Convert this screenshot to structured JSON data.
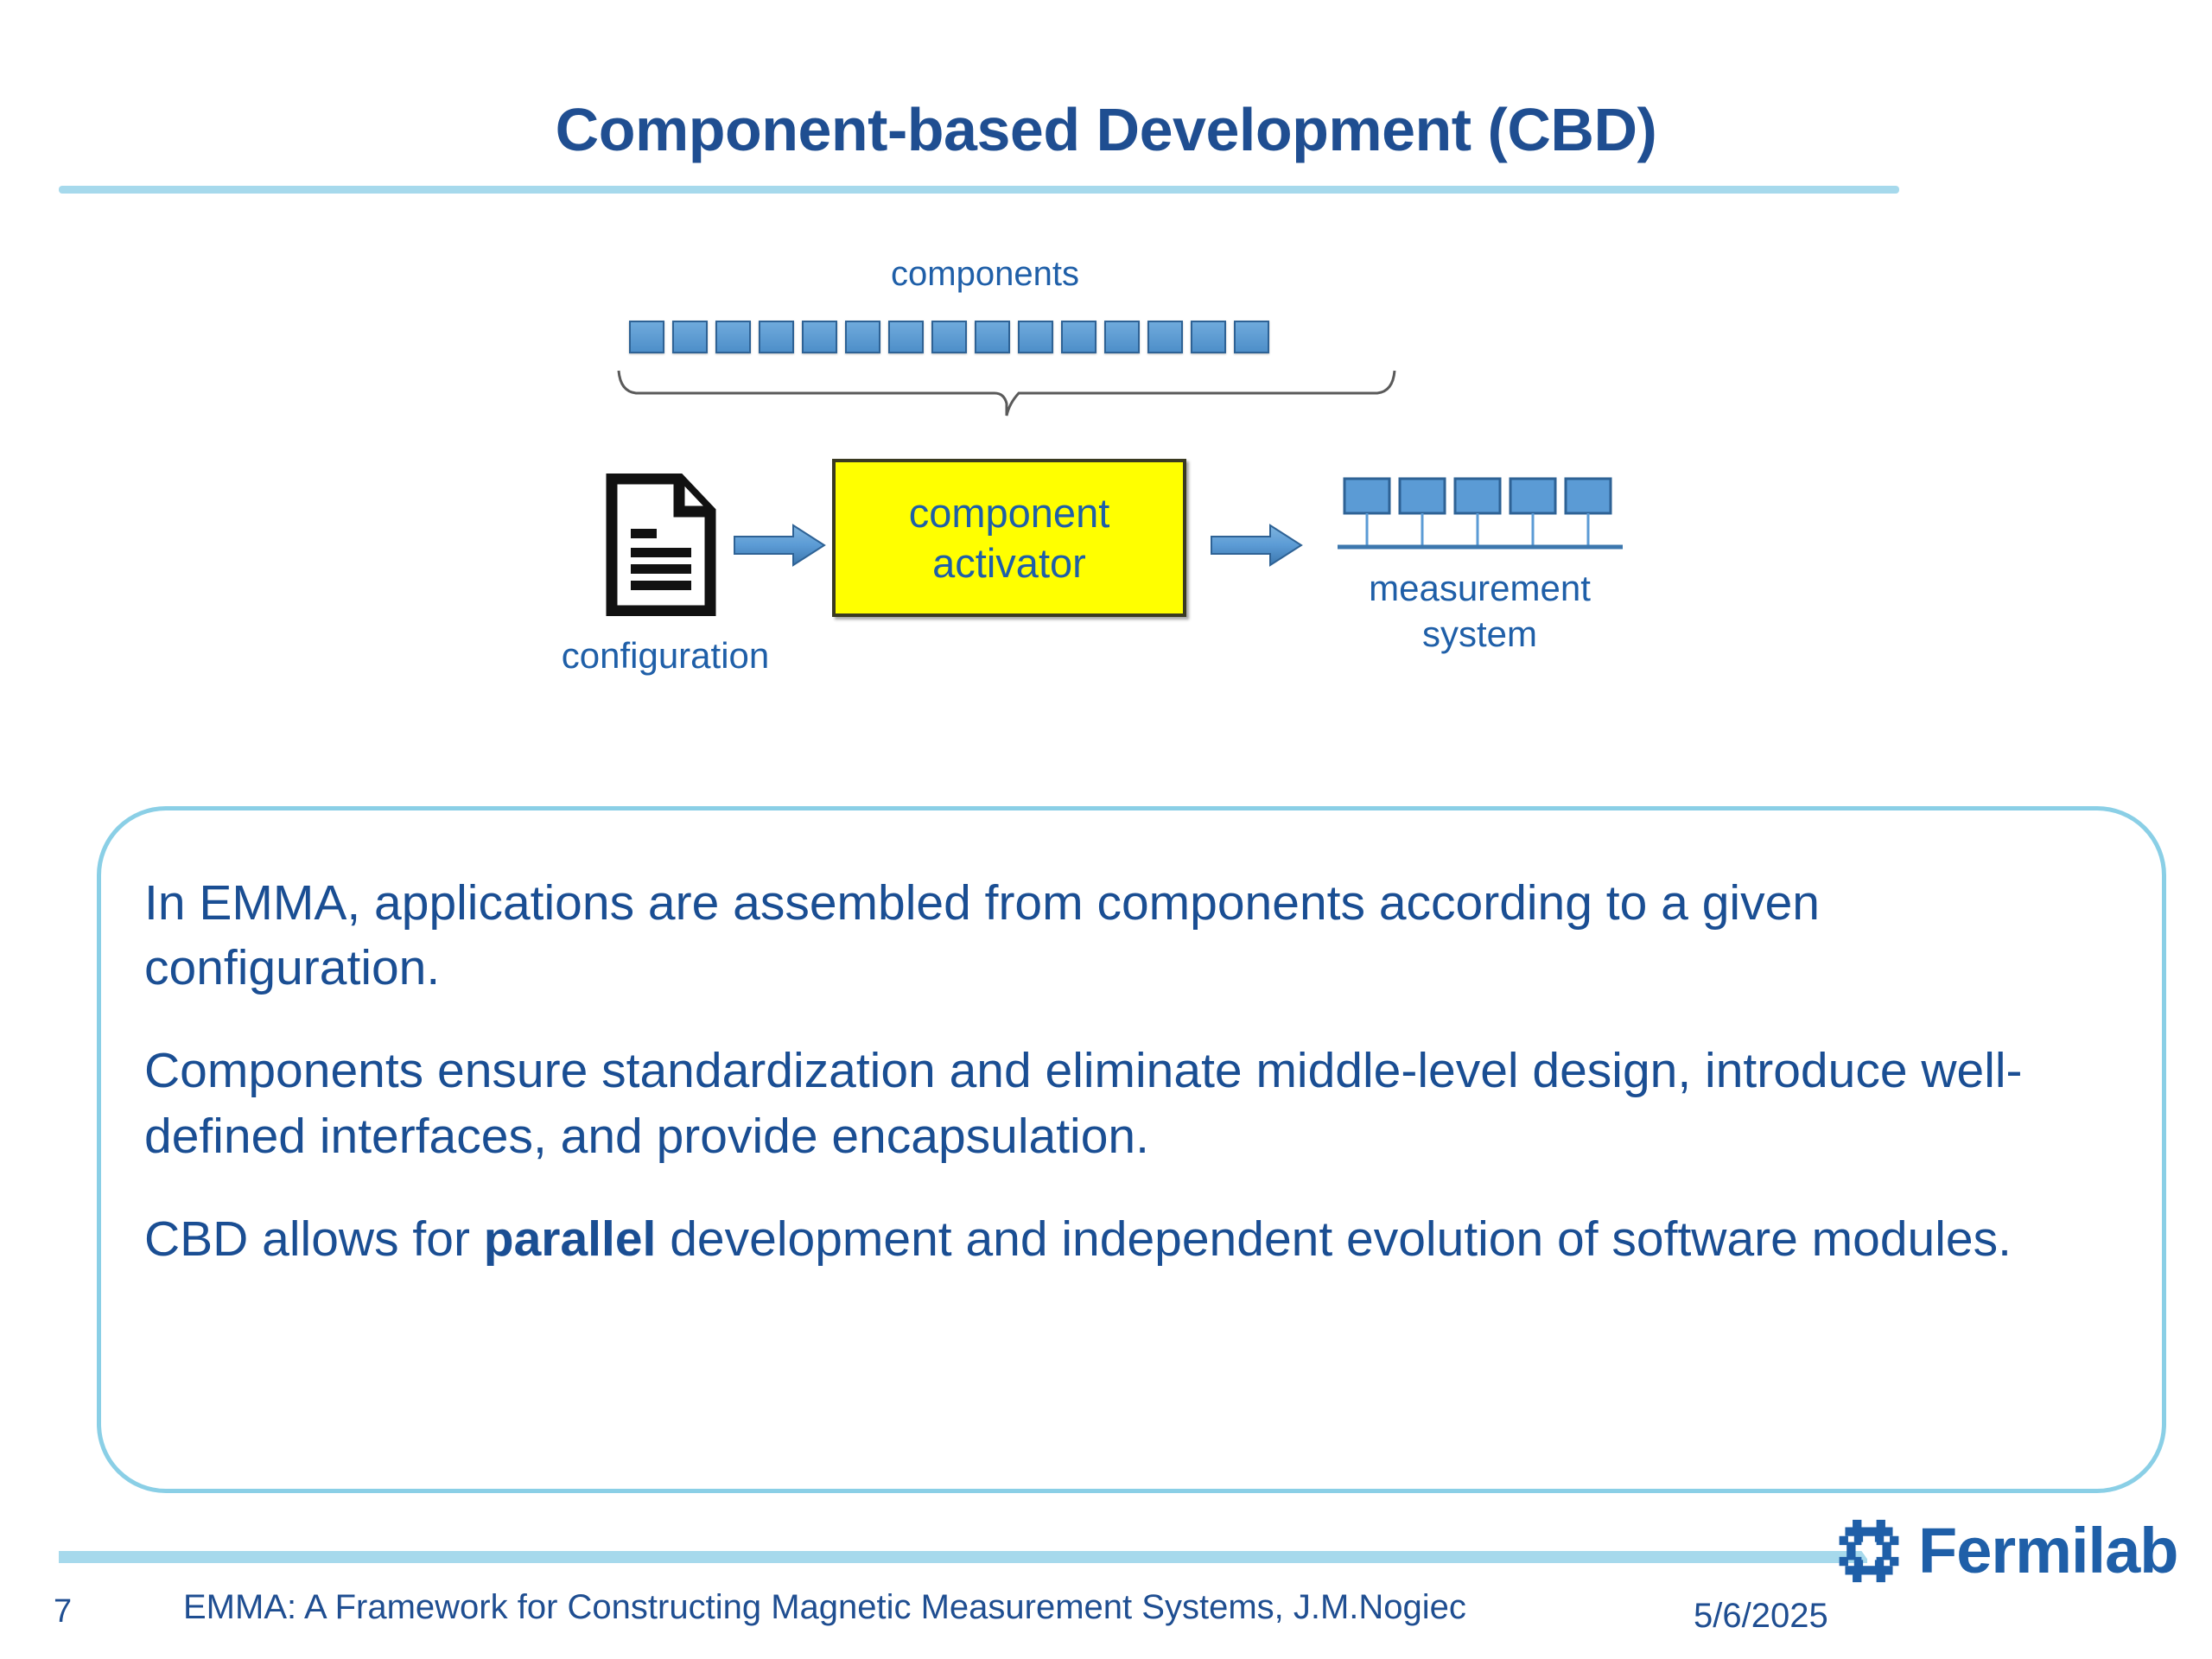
{
  "slide": {
    "title": "Component-based Development (CBD)",
    "accent_color": "#A6D9EC",
    "title_color": "#1F4E91",
    "body_text_color": "#1A4E93",
    "panel_border_color": "#8ACFE6"
  },
  "diagram": {
    "components_label": "components",
    "components_count": 15,
    "component_color": "#5B9BD5",
    "configuration_label": "configuration",
    "activator": {
      "line1": "component",
      "line2": "activator",
      "fill_color": "#FFFF00",
      "text_color": "#1F5FA8"
    },
    "measurement_label_line1": "measurement",
    "measurement_label_line2": "system",
    "measurement_node_count": 5,
    "arrow_color": "#5B9BD5"
  },
  "panel": {
    "paragraphs": [
      {
        "pre": "In EMMA, applications are assembled from components according to a given configuration.",
        "bold": "",
        "post": ""
      },
      {
        "pre": "Components ensure standardization and eliminate middle-level design, introduce well-defined interfaces, and provide encapsulation.",
        "bold": "",
        "post": ""
      },
      {
        "pre": "CBD allows for ",
        "bold": "parallel",
        "post": " development and independent evolution of software modules."
      }
    ]
  },
  "footer": {
    "page_number": "7",
    "text": "EMMA: A Framework for Constructing Magnetic Measurement Systems, J.M.Nogiec",
    "date": "5/6/2025",
    "logo_word": "Fermilab",
    "logo_color": "#1F5FA8"
  }
}
